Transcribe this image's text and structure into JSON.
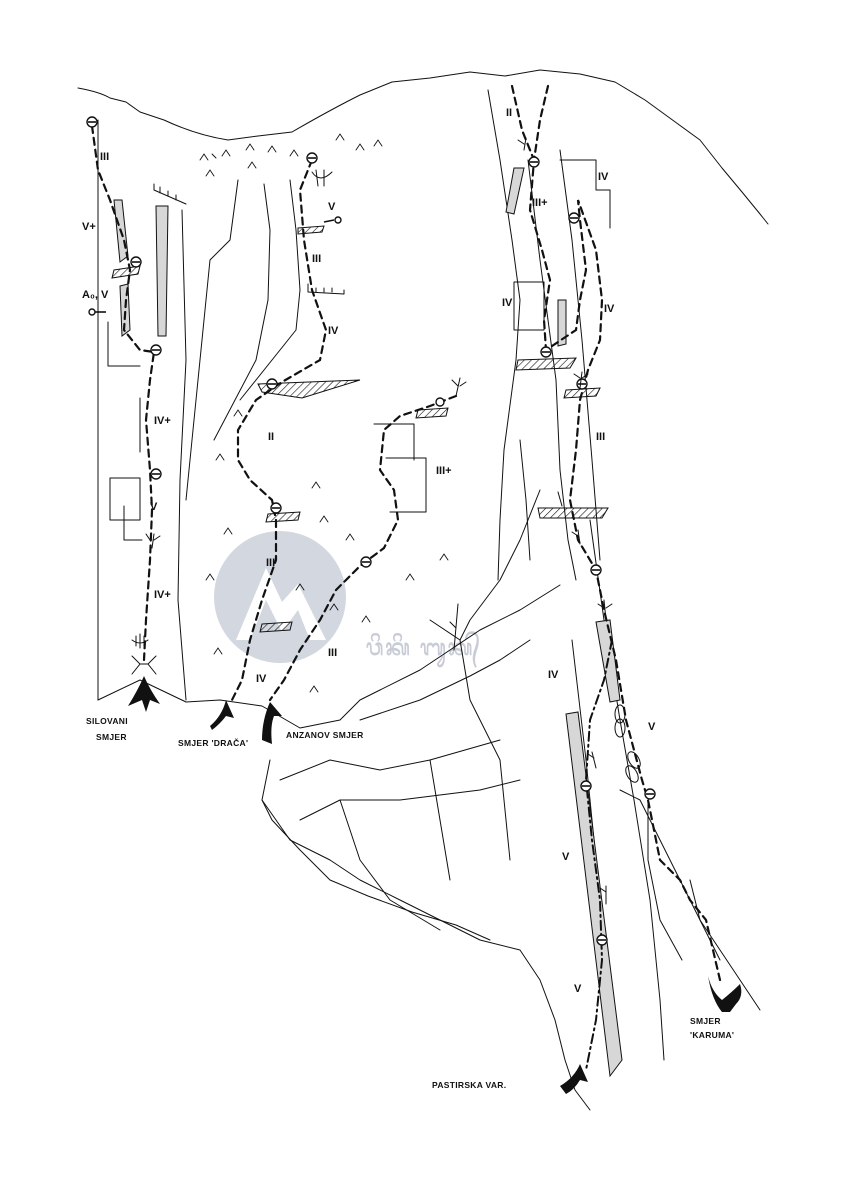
{
  "watermark": {
    "logo_color": "#d3d7e0",
    "text": "ᬯᬶᬓᬶ ᬩᬸᬓ᭄"
  },
  "grades": [
    {
      "id": "g1",
      "text": "III"
    },
    {
      "id": "g2",
      "text": "V+"
    },
    {
      "id": "g3",
      "text": "A₀, V"
    },
    {
      "id": "g4",
      "text": "IV+"
    },
    {
      "id": "g5",
      "text": "V"
    },
    {
      "id": "g6",
      "text": "IV+"
    },
    {
      "id": "g7",
      "text": "V"
    },
    {
      "id": "g8",
      "text": "III"
    },
    {
      "id": "g9",
      "text": "IV"
    },
    {
      "id": "g10",
      "text": "II"
    },
    {
      "id": "g11",
      "text": "III"
    },
    {
      "id": "g12",
      "text": "IV"
    },
    {
      "id": "g13",
      "text": "III+"
    },
    {
      "id": "g14",
      "text": "III"
    },
    {
      "id": "g15",
      "text": "II"
    },
    {
      "id": "g16",
      "text": "IV"
    },
    {
      "id": "g17",
      "text": "III+"
    },
    {
      "id": "g18",
      "text": "IV"
    },
    {
      "id": "g19",
      "text": "IV"
    },
    {
      "id": "g20",
      "text": "III"
    },
    {
      "id": "g21",
      "text": "IV"
    },
    {
      "id": "g22",
      "text": "V"
    },
    {
      "id": "g23",
      "text": "V"
    },
    {
      "id": "g24",
      "text": "V"
    }
  ],
  "route_names": {
    "silovani": [
      "SILOVANI",
      "SMJER"
    ],
    "draca": "SMJER 'DRAČA'",
    "anzanov": "ANZANOV SMJER",
    "pastirska": "PASTIRSKA VAR.",
    "karuma": [
      "SMJER",
      "'KARUMA'"
    ]
  }
}
